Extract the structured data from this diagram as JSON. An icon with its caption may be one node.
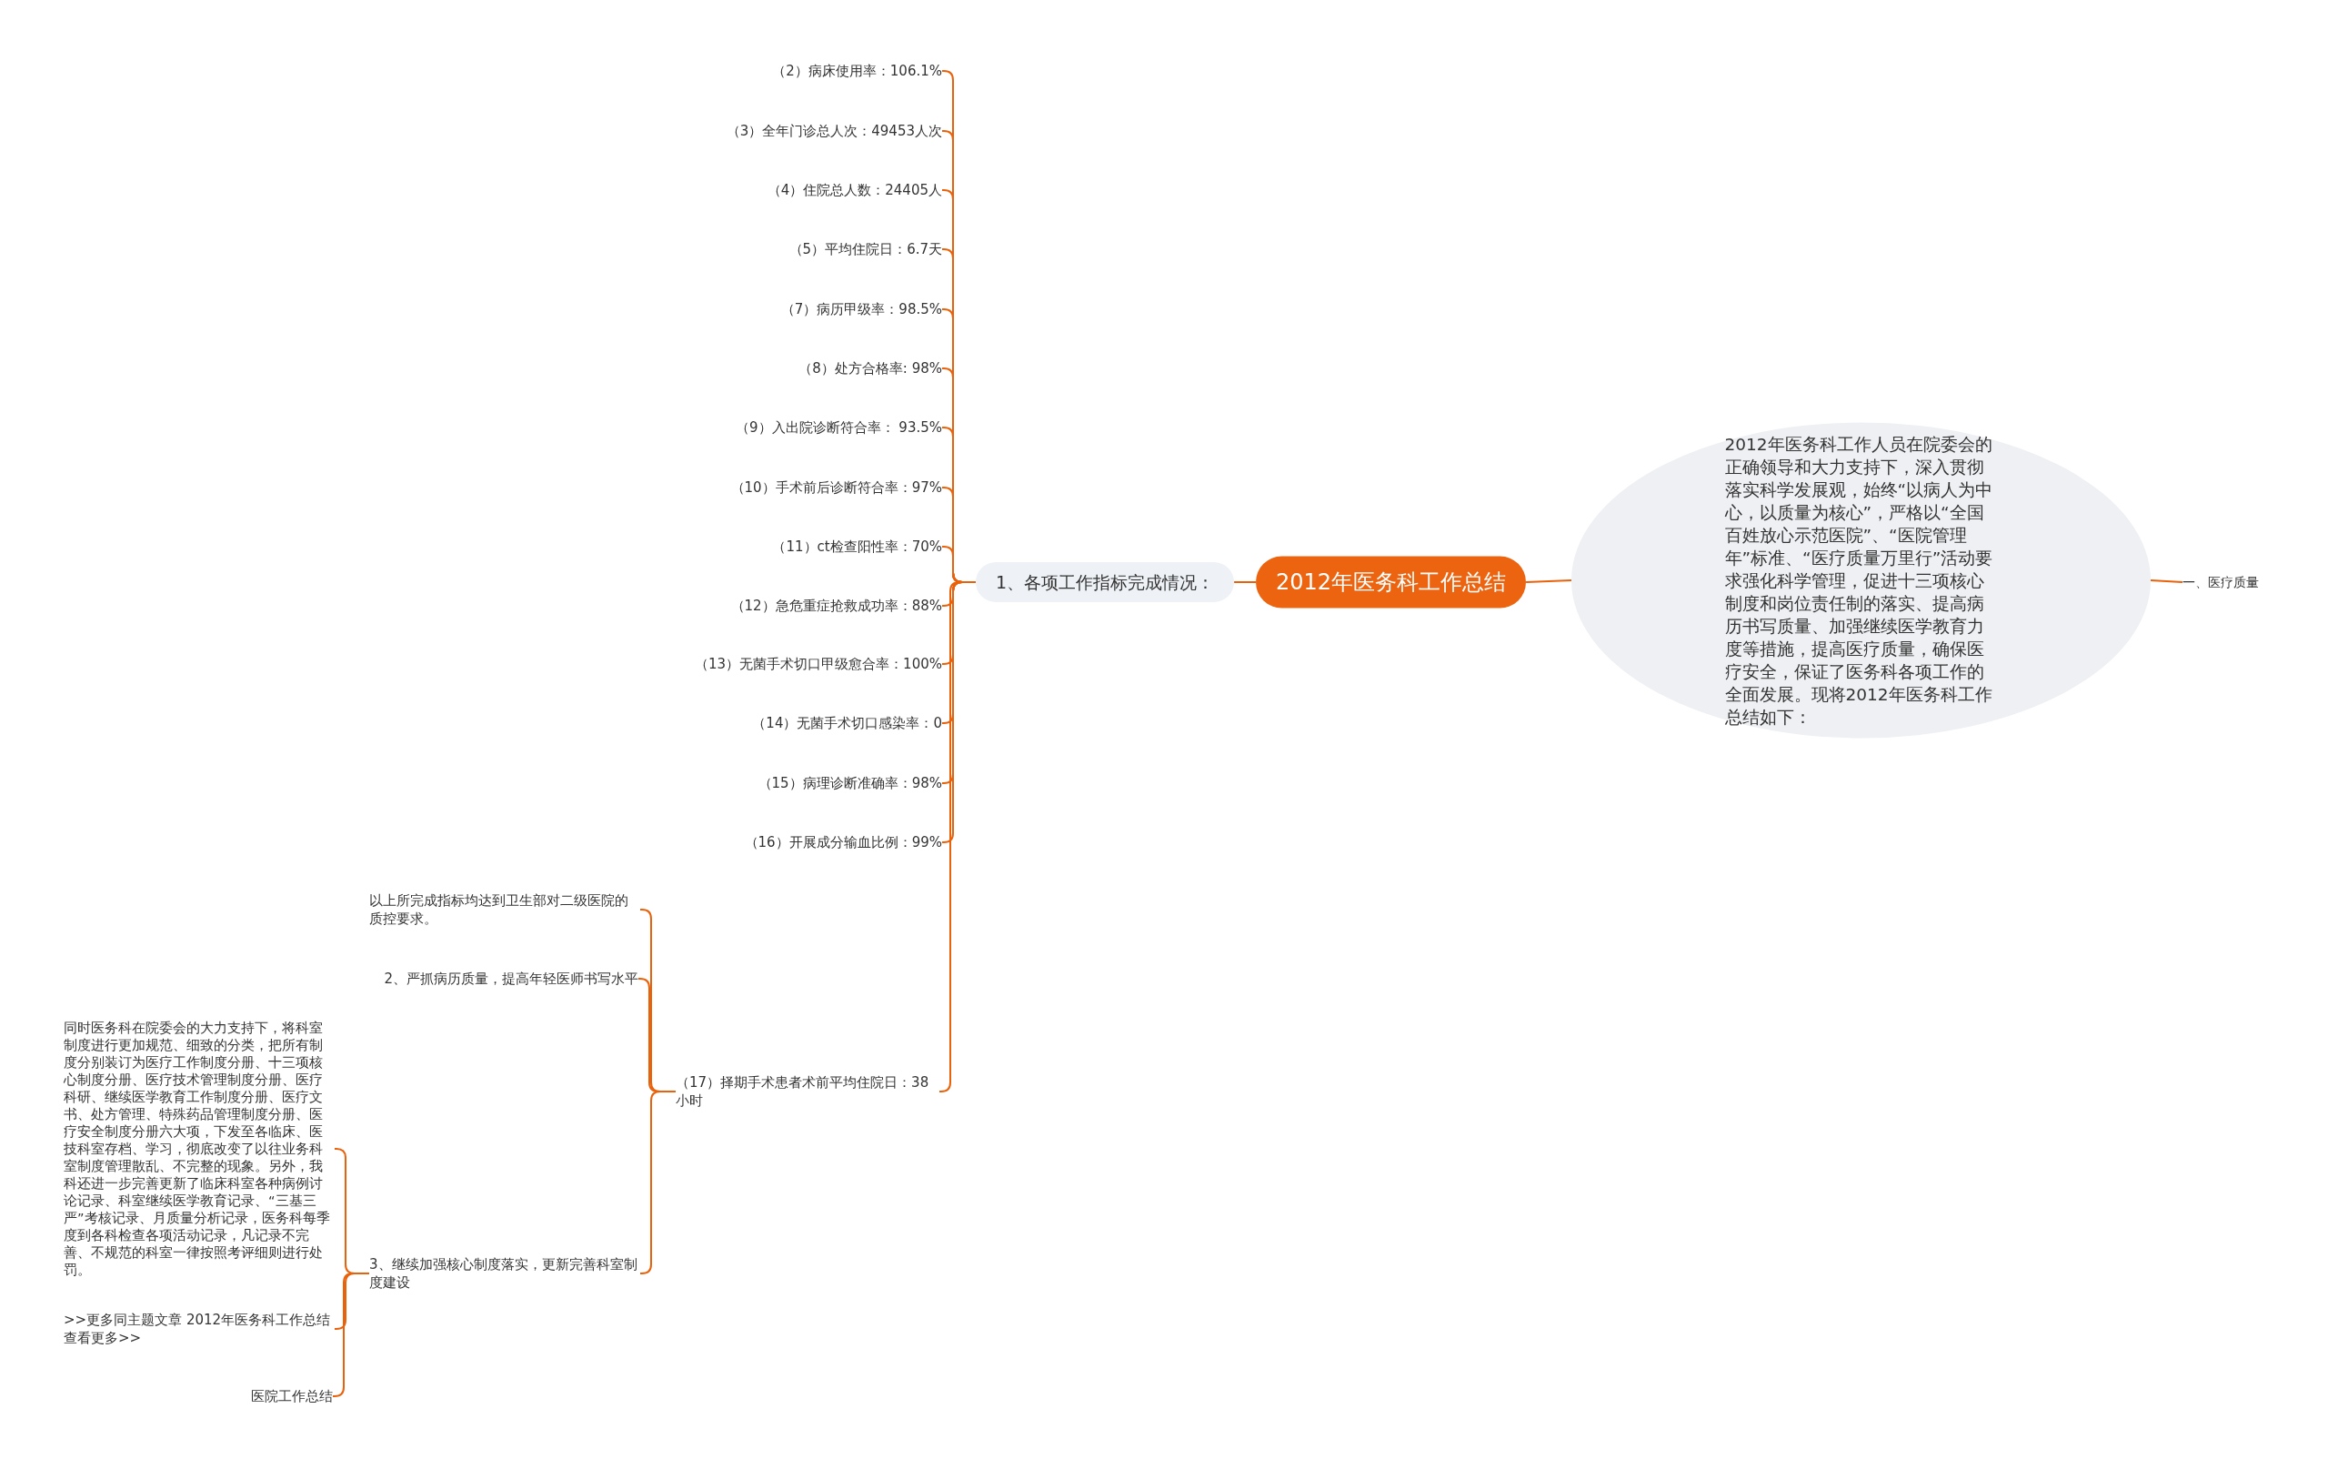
{
  "diagram": {
    "nodes": [
      {
        "text": [
          "2012年医务科工作总结"
        ]
      },
      {
        "text": [
          "1、各项工作指标完成情况："
        ]
      },
      {
        "text": [
          "（2）病床使用率：106.1%"
        ]
      },
      {
        "text": [
          "（3）全年门诊总人次：49453人次"
        ]
      },
      {
        "text": [
          "（4）住院总人数：24405人"
        ]
      },
      {
        "text": [
          "（5）平均住院日：6.7天"
        ]
      },
      {
        "text": [
          "（7）病历甲级率：98.5%"
        ]
      },
      {
        "text": [
          "（8）处方合格率: 98%"
        ]
      },
      {
        "text": [
          "（9）入出院诊断符合率： 93.5%"
        ]
      },
      {
        "text": [
          "（10）手术前后诊断符合率：97%"
        ]
      },
      {
        "text": [
          "（11）ct检查阳性率：70%"
        ]
      },
      {
        "text": [
          "（12）急危重症抢救成功率：88%"
        ]
      },
      {
        "text": [
          "（13）无菌手术切口甲级愈合率：100%"
        ]
      },
      {
        "text": [
          "（14）无菌手术切口感染率：0"
        ]
      },
      {
        "text": [
          "（15）病理诊断准确率：98%"
        ]
      },
      {
        "text": [
          "（16）开展成分输血比例：99%"
        ]
      },
      {
        "text": [
          "（17）择期手术患者术前平均住院日：38小时"
        ]
      },
      {
        "text": [
          "以上所完成指标均达到卫生部对二级医院的质控要求。"
        ]
      },
      {
        "text": [
          "2、严抓病历质量，提高年轻医师书写水平"
        ]
      },
      {
        "text": [
          "3、继续加强核心制度落实，更新完善科室制度建设"
        ]
      },
      {
        "text": [
          "同时医务科在院委会的大力支持下，将科室制度进行更加规范、细致的分类，把所有制度分别装订为医疗工作制度分册、十三项核心制度分册、医疗技术管理制度分册、医疗科研、继续医学教育工作制度分册、医疗文书、处方管理、特殊药品管理制度分册、医疗安全制度分册六大项，下发至各临床、医技科室存档、学习，彻底改变了以往业务科室制度管理散乱、不完整的现象。另外，我科还进一步完善更新了临床科室各种病例讨论记录、科室继续医学教育记录、“三基三严”考核记录、月质量分析记录，医务科每季度到各科检查各项活动记录，凡记录不完善、不规范的科室一律按照考评细则进行处罚。"
        ]
      },
      {
        "text": [
          ">>更多同主题文章 2012年医务科工作总结查看更多>>"
        ]
      },
      {
        "text": [
          "医院工作总结"
        ]
      },
      {
        "text": [
          "2012年医务科工作人员在院委会的正确领导和大力支持下，深入贯彻落实科学发展观，始终“以病人为中心，以质量为核心”，严格以“全国百姓放心示范医院”、“医院管理年”标准、“医疗质量万里行”活动要求强化科学管理，促进十三项核心制度和岗位责任制的落实、提高病历书写质量、加强继续医学教育力度等措施，提高医疗质量，确保医疗安全，保证了医务科各项工作的全面发展。现将2012年医务科工作总结如下："
        ]
      },
      {
        "text": [
          "一、医疗质量"
        ]
      }
    ],
    "edges": [
      {
        "from": 0,
        "to": 1,
        "arrow": "none"
      },
      {
        "from": 1,
        "to": 2,
        "arrow": "none"
      },
      {
        "from": 1,
        "to": 3,
        "arrow": "none"
      },
      {
        "from": 1,
        "to": 4,
        "arrow": "none"
      },
      {
        "from": 1,
        "to": 5,
        "arrow": "none"
      },
      {
        "from": 1,
        "to": 6,
        "arrow": "none"
      },
      {
        "from": 1,
        "to": 7,
        "arrow": "none"
      },
      {
        "from": 1,
        "to": 8,
        "arrow": "none"
      },
      {
        "from": 1,
        "to": 9,
        "arrow": "none"
      },
      {
        "from": 1,
        "to": 10,
        "arrow": "none"
      },
      {
        "from": 1,
        "to": 11,
        "arrow": "none"
      },
      {
        "from": 1,
        "to": 12,
        "arrow": "none"
      },
      {
        "from": 1,
        "to": 13,
        "arrow": "none"
      },
      {
        "from": 1,
        "to": 14,
        "arrow": "none"
      },
      {
        "from": 1,
        "to": 15,
        "arrow": "none"
      },
      {
        "from": 1,
        "to": 16,
        "arrow": "none"
      },
      {
        "from": 16,
        "to": 17,
        "arrow": "none"
      },
      {
        "from": 16,
        "to": 18,
        "arrow": "none"
      },
      {
        "from": 16,
        "to": 19,
        "arrow": "none"
      },
      {
        "from": 19,
        "to": 20,
        "arrow": "none"
      },
      {
        "from": 19,
        "to": 21,
        "arrow": "none"
      },
      {
        "from": 19,
        "to": 22,
        "arrow": "none"
      },
      {
        "from": 0,
        "to": 23,
        "arrow": "none"
      },
      {
        "from": 23,
        "to": 24,
        "arrow": "none"
      }
    ]
  }
}
